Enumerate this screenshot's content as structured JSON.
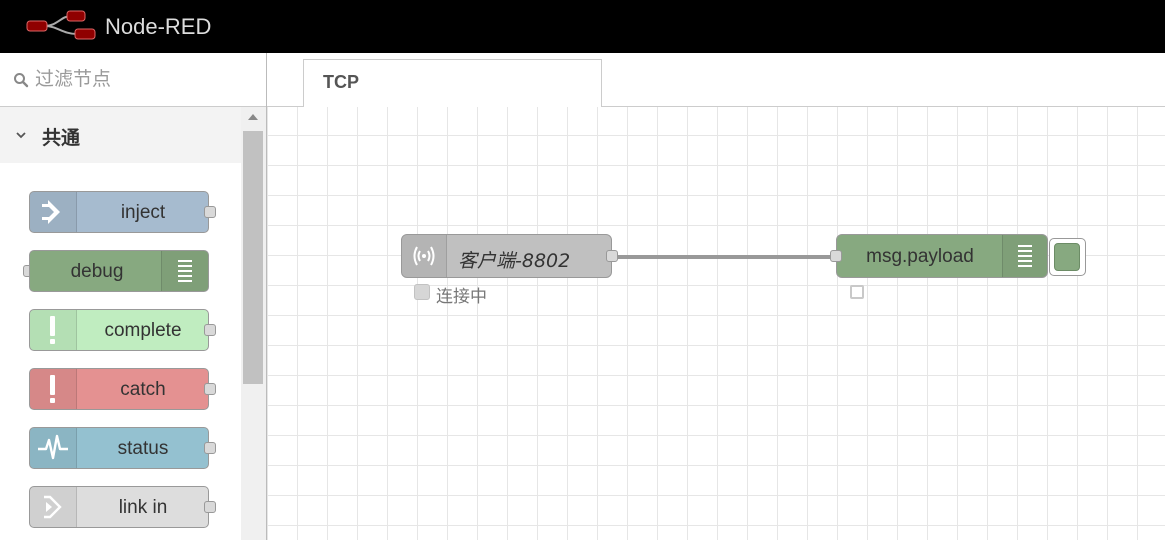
{
  "header": {
    "title": "Node-RED"
  },
  "palette": {
    "filter_placeholder": "过滤节点",
    "category": "共通",
    "nodes": [
      {
        "label": "inject",
        "color": "#a6bbcf",
        "icon": "inject-arrow-icon"
      },
      {
        "label": "debug",
        "color": "#87a980",
        "icon": "debug-list-icon"
      },
      {
        "label": "complete",
        "color": "#c0edc0",
        "icon": "exclamation-icon"
      },
      {
        "label": "catch",
        "color": "#e49191",
        "icon": "exclamation-icon"
      },
      {
        "label": "status",
        "color": "#94c1d0",
        "icon": "pulse-icon"
      },
      {
        "label": "link in",
        "color": "#dddddd",
        "icon": "link-in-icon"
      }
    ]
  },
  "tabs": [
    {
      "label": "TCP",
      "active": true
    }
  ],
  "flow": {
    "tcp_node": {
      "label": "客户端-8802",
      "color": "#c0c0c0",
      "icon": "tcp-signal-icon",
      "status": "连接中"
    },
    "debug_node": {
      "label": "msg.payload",
      "color": "#87a980",
      "icon": "debug-list-icon"
    }
  }
}
